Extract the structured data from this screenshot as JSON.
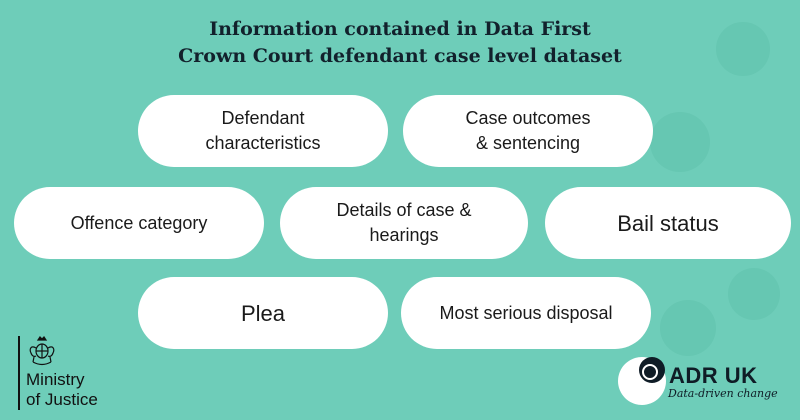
{
  "title": {
    "line1": "Information contained in Data First",
    "line2": "Crown Court defendant case level dataset"
  },
  "categories": [
    {
      "lines": [
        "Defendant",
        "characteristics"
      ]
    },
    {
      "lines": [
        "Case outcomes",
        "& sentencing"
      ]
    },
    {
      "lines": [
        "Offence category"
      ]
    },
    {
      "lines": [
        "Details of case &",
        "hearings"
      ]
    },
    {
      "lines": [
        "Bail status"
      ]
    },
    {
      "lines": [
        "Plea"
      ]
    },
    {
      "lines": [
        "Most serious disposal"
      ]
    }
  ],
  "logos": {
    "moj": {
      "line1": "Ministry",
      "line2": "of Justice"
    },
    "adr": {
      "name": "ADR UK",
      "tagline": "Data-driven change"
    }
  },
  "colors": {
    "background": "#6ecdb9",
    "pill": "#ffffff",
    "text": "#12212c"
  }
}
